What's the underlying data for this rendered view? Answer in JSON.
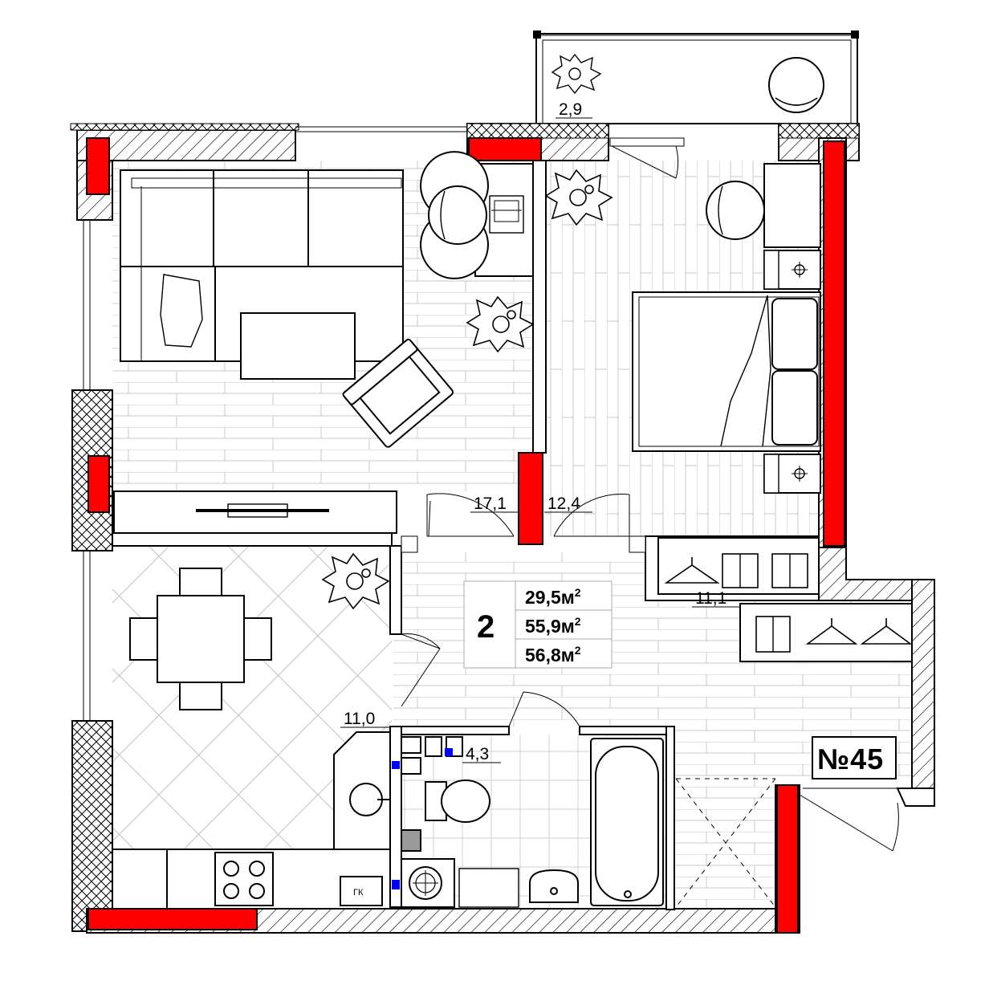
{
  "plan": {
    "rooms_count": "2",
    "summary": {
      "living_area": "29,5м",
      "total_area": "55,9м",
      "total_area_with_balcony": "56,8м",
      "unit_superscript": "2"
    },
    "apartment_number": "№45",
    "rooms": [
      {
        "key": "living_room",
        "area": "17,1"
      },
      {
        "key": "bedroom",
        "area": "12,4"
      },
      {
        "key": "hallway",
        "area": "11,1"
      },
      {
        "key": "kitchen",
        "area": "11,0"
      },
      {
        "key": "bathroom",
        "area": "4,3"
      },
      {
        "key": "balcony",
        "area": "2,9"
      }
    ],
    "gas_boiler_label": "ГК",
    "colors": {
      "bearing_wall": "#ff0000",
      "wall_outline": "#000000",
      "floor_grid": "#c8c8c8"
    }
  }
}
